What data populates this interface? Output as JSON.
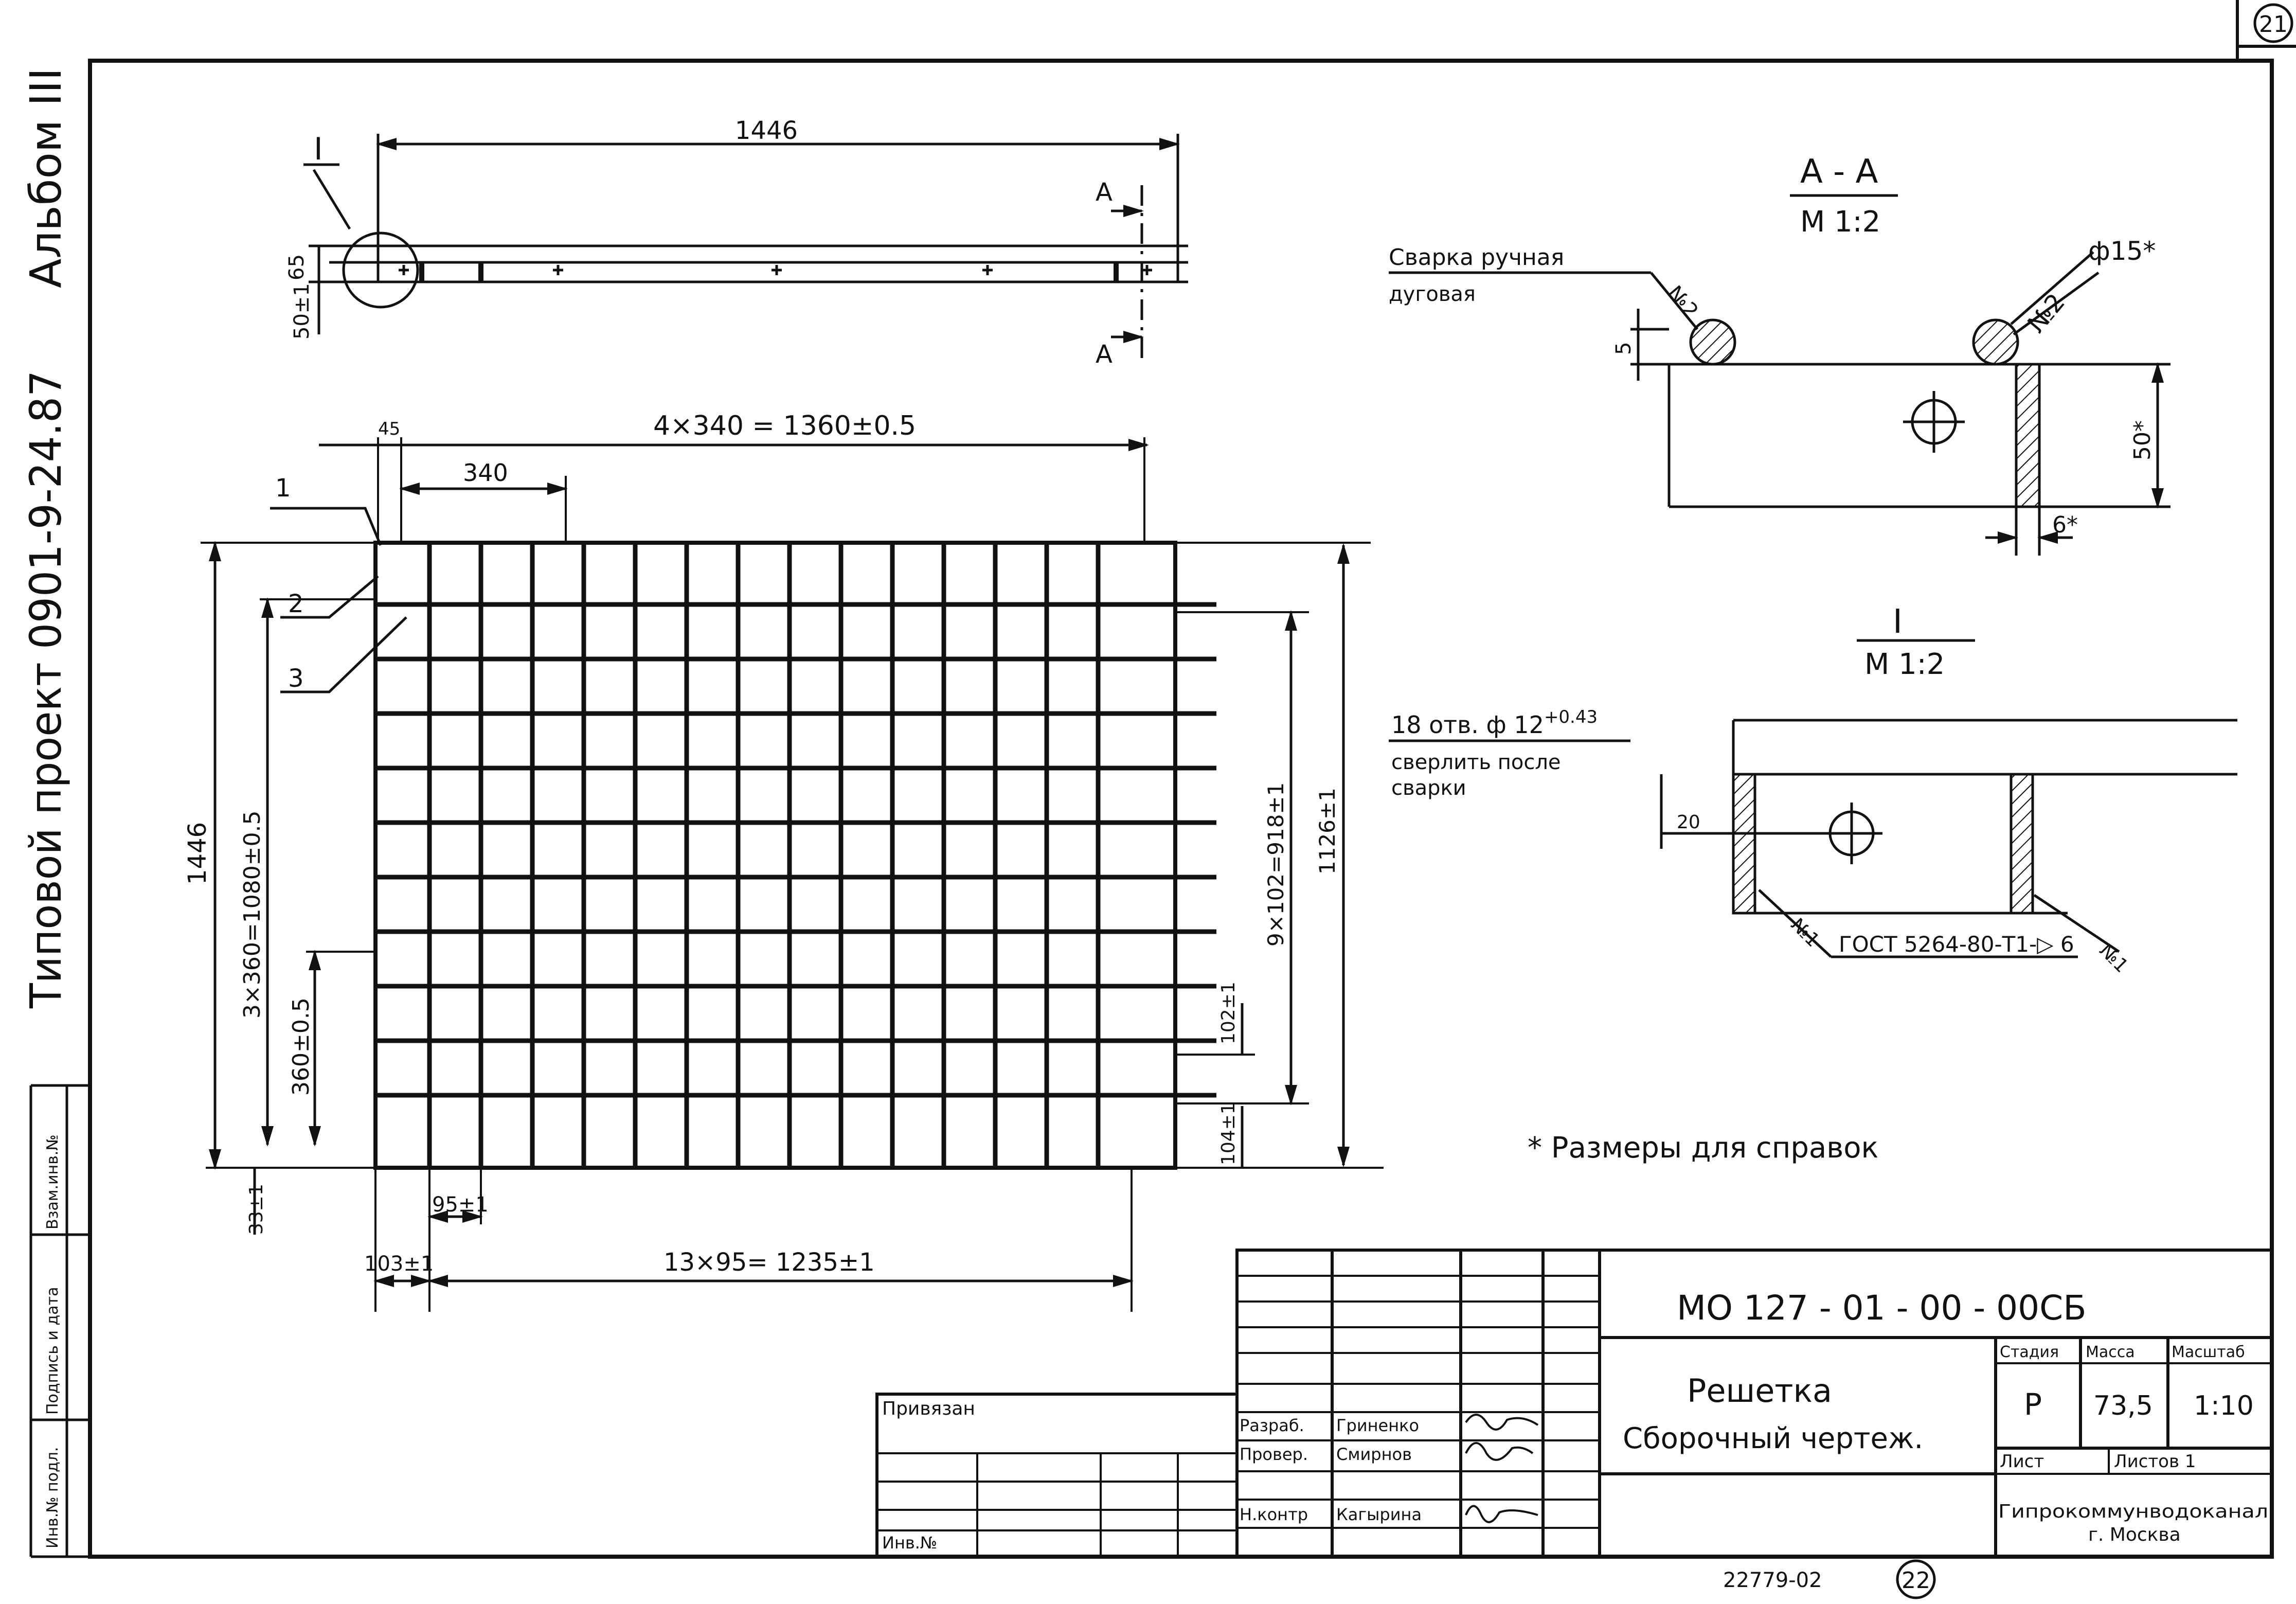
{
  "sheet_number_top": "21",
  "sheet_number_bottom": "22",
  "bottom_code": "22779-02",
  "margin": {
    "album": "Альбом III",
    "project": "Типовой проект 0901-9-24.87",
    "stamp_inv_podl": "Инв.№ подл.",
    "stamp_signature": "Подпись и дата",
    "stamp_vzam": "Взам.инв.№"
  },
  "top_view": {
    "callout": "I",
    "length": "1446",
    "section_a_top": "А",
    "section_a_bottom": "А",
    "height_65": "65",
    "dim_50": "50±1"
  },
  "plan": {
    "dim_top_45": "45",
    "dim_top_total": "4×340 = 1360±0.5",
    "dim_340": "340",
    "callout_1": "1",
    "callout_2": "2",
    "callout_3": "3",
    "dim_1446_v": "1446",
    "dim_3x360": "3×360=1080±0.5",
    "dim_360": "360±0.5",
    "dim_9x102": "9×102=918±1",
    "dim_1126": "1126±1",
    "dim_102": "102±1",
    "dim_104": "104±1",
    "dim_33": "33±1",
    "dim_95": "95±1",
    "dim_103": "103±1",
    "dim_13x95": "13×95= 1235±1"
  },
  "section_aa": {
    "title": "А - А",
    "scale": "М 1:2",
    "weld_line1": "Сварка ручная",
    "weld_line2": "дуговая",
    "pos_2_left": "№2",
    "pos_2_right": "№2",
    "diameter": "ф15*",
    "dim_5": "5",
    "dim_50": "50*",
    "dim_6": "6*"
  },
  "detail_i": {
    "title": "I",
    "scale": "М 1:2",
    "holes_line1": "18 отв. ф 12",
    "holes_tol": "+0.43",
    "holes_line2": "сверлить после",
    "holes_line3": "сварки",
    "dim_20": "20",
    "pos_1_left": "№1",
    "pos_1_right": "№1",
    "gost": "ГОСТ 5264-80-Т1-▷ 6"
  },
  "note": "* Размеры для справок",
  "title_block": {
    "code": "МО 127 - 01 - 00 - 00СБ",
    "name1": "Решетка",
    "name2": "Сборочный чертеж.",
    "stage_hdr": "Стадия",
    "mass_hdr": "Масса",
    "scale_hdr": "Масштаб",
    "stage": "Р",
    "mass": "73,5",
    "scale": "1:10",
    "list": "Лист",
    "listov": "Листов 1",
    "org1": "Гипрокоммунводоканал",
    "org2": "г. Москва",
    "razrab_label": "Разраб.",
    "razrab_name": "Гриненко",
    "prover_label": "Провер.",
    "prover_name": "Смирнов",
    "nkontr_label": "Н.контр",
    "nkontr_name": "Кагырина",
    "privyazan": "Привязан",
    "inv": "Инв.№"
  }
}
